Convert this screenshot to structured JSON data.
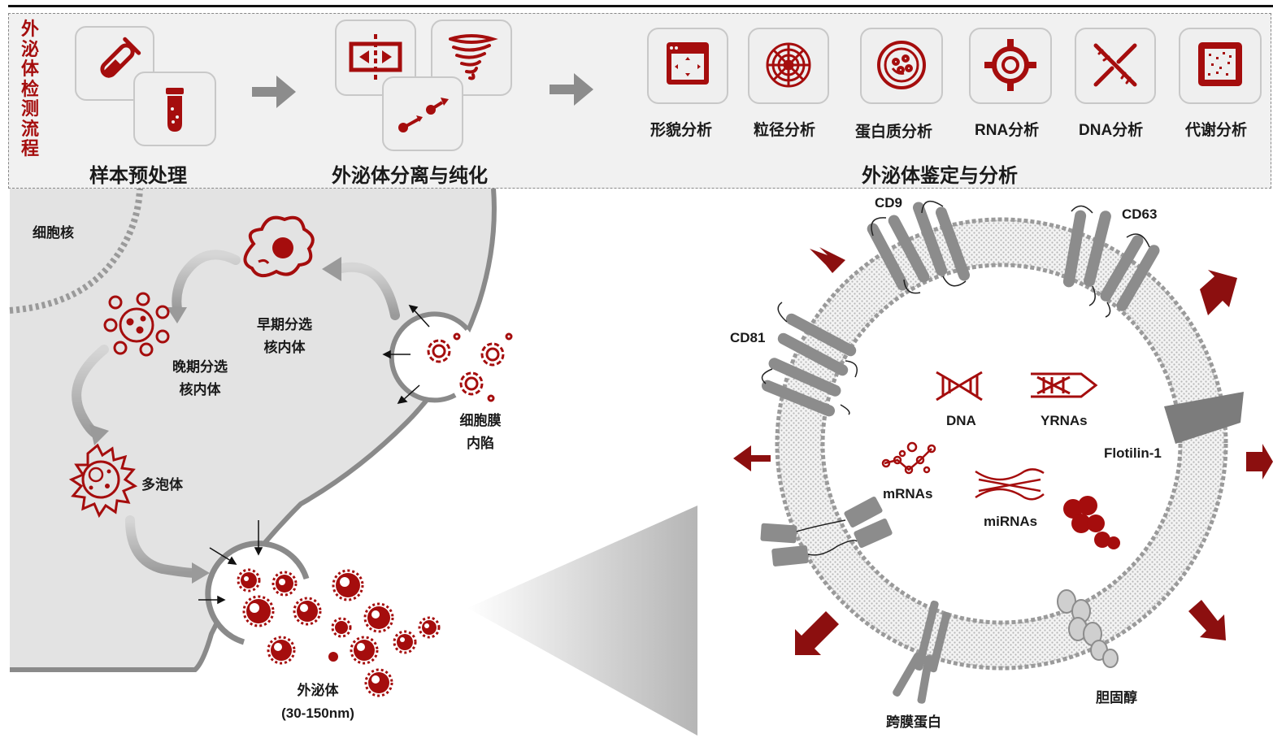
{
  "workflow": {
    "title": "外泌体检测流程",
    "stages": {
      "pre": "样本预处理",
      "isolate": "外泌体分离与纯化",
      "identify": "外泌体鉴定与分析"
    },
    "analyses": [
      "形貌分析",
      "粒径分析",
      "蛋白质分析",
      "RNA分析",
      "DNA分析",
      "代谢分析"
    ]
  },
  "cell": {
    "nucleus": "细胞核",
    "early_endosome": [
      "早期分选",
      "核内体"
    ],
    "late_endosome": [
      "晚期分选",
      "核内体"
    ],
    "invagination": [
      "细胞膜",
      "内陷"
    ],
    "mvb": "多泡体",
    "exosome": [
      "外泌体",
      "(30-150nm)"
    ]
  },
  "exosome_detail": {
    "markers": [
      "CD9",
      "CD63",
      "CD81",
      "Flotilin-1"
    ],
    "cargo": [
      "DNA",
      "YRNAs",
      "mRNAs",
      "miRNAs"
    ],
    "transmembrane": "跨膜蛋白",
    "cholesterol": "胆固醇"
  },
  "colors": {
    "accent": "#a50d0d",
    "gray": "#8a8a8a"
  },
  "icons": [
    "test-tube-icon",
    "tube-icon",
    "filter-icon",
    "tornado-icon",
    "sort-arrows-icon",
    "window-icon",
    "radar-icon",
    "protein-cell-icon",
    "target-icon",
    "dna-icon",
    "scatter-icon"
  ]
}
